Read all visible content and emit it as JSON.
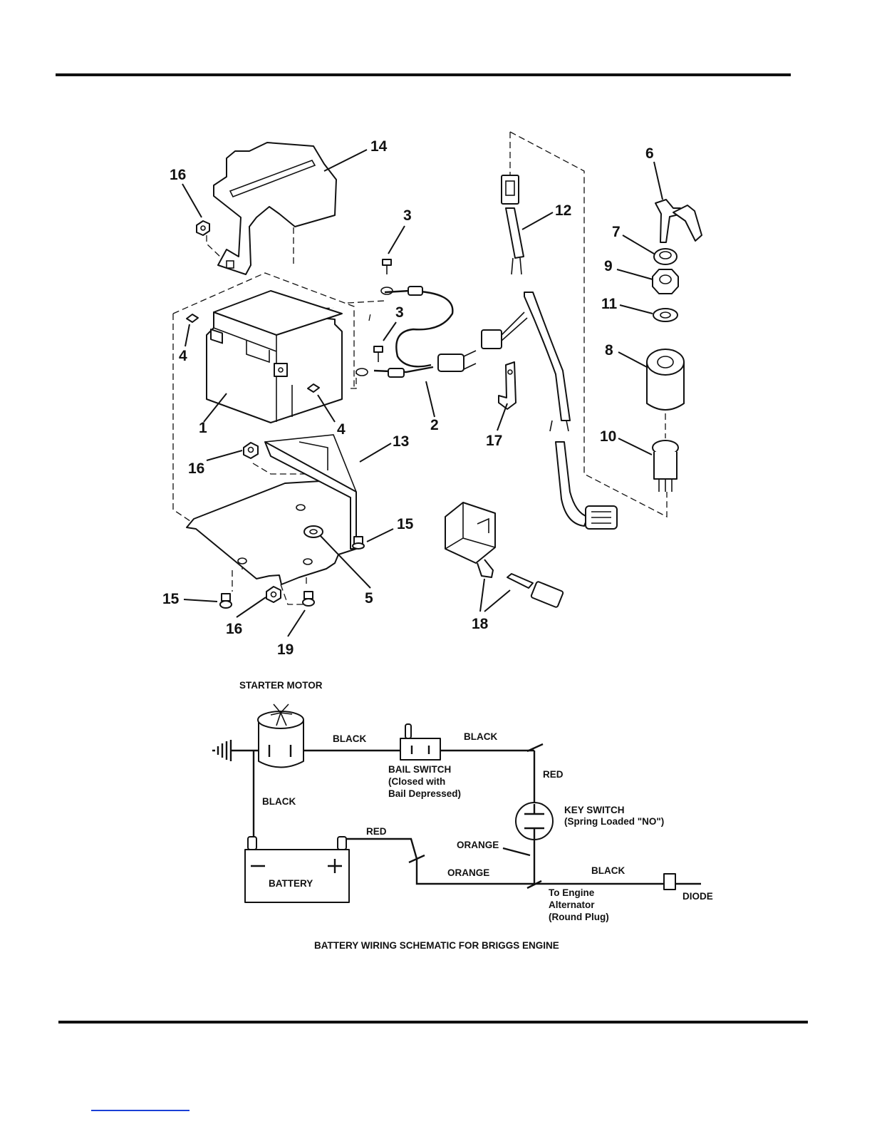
{
  "callouts": {
    "c1": "1",
    "c2": "2",
    "c3a": "3",
    "c3b": "3",
    "c4a": "4",
    "c4b": "4",
    "c5": "5",
    "c6": "6",
    "c7": "7",
    "c8": "8",
    "c9": "9",
    "c10": "10",
    "c11": "11",
    "c12": "12",
    "c13": "13",
    "c14": "14",
    "c15a": "15",
    "c15b": "15",
    "c16a": "16",
    "c16b": "16",
    "c16c": "16",
    "c17": "17",
    "c18": "18",
    "c19": "19"
  },
  "schematic": {
    "starter_motor": "STARTER MOTOR",
    "wire_black_1": "BLACK",
    "wire_black_2": "BLACK",
    "wire_black_3": "BLACK",
    "wire_black_4": "BLACK",
    "wire_red_1": "RED",
    "wire_red_2": "RED",
    "wire_orange_1": "ORANGE",
    "wire_orange_2": "ORANGE",
    "bail_switch": [
      "BAIL SWITCH",
      "(Closed with",
      "Bail Depressed)"
    ],
    "key_switch": [
      "KEY SWITCH",
      "(Spring Loaded \"NO\")"
    ],
    "battery": "BATTERY",
    "battery_minus": "–",
    "battery_plus": "+",
    "engine_note": [
      "To Engine",
      "Alternator",
      "(Round Plug)"
    ],
    "diode": "DIODE",
    "caption": "BATTERY WIRING SCHEMATIC FOR BRIGGS ENGINE"
  }
}
